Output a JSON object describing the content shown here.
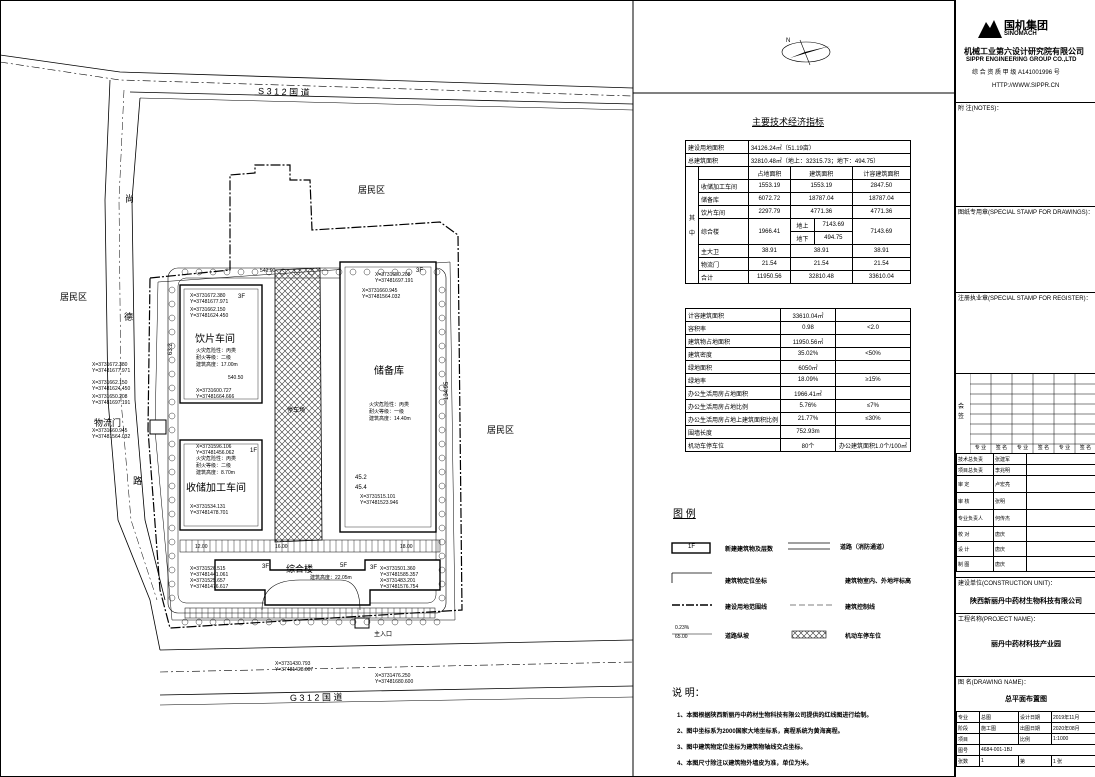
{
  "roads": {
    "north": "S 3 1 2 国 道",
    "south": "G 3 1 2 国 道",
    "west_chars": [
      "尚",
      "德",
      "路"
    ]
  },
  "neighbors": {
    "west": "居民区",
    "north": "居民区",
    "east": "居民区"
  },
  "buildings": {
    "yinpian": {
      "name": "饮片车间",
      "floors": "3F",
      "note1": "火灾危险性：丙类",
      "note2": "耐火等级：二级",
      "note3": "建筑高度：17.00m"
    },
    "storage": {
      "name": "储备库",
      "floors": "3F",
      "note1": "火灾危险性：丙类",
      "note2": "耐火等级：一级",
      "note3": "建筑高度：14.40m"
    },
    "shouchu": {
      "name": "收储加工车间",
      "floors": "1F",
      "note1": "火灾危险性：丙类",
      "note2": "耐火等级：二级",
      "note3": "建筑高度：8.70m"
    },
    "zonghe": {
      "name": "综合楼",
      "floors": "5F",
      "note": "建筑高度：22.05m",
      "left_floor": "3F",
      "right_floor": "3F"
    },
    "logistics_gate": "物流门",
    "entrance": "主入口",
    "parking_label": "停车场"
  },
  "dims": [
    "45.2",
    "45.4",
    "134.95",
    "63.2",
    "540.50",
    "540.00",
    "16.00",
    "12.00",
    "18.00"
  ],
  "coords": [
    "X=3731672.380",
    "Y=37481677.971",
    "X=3731662.150",
    "Y=37481624.450",
    "X=3731650.208",
    "Y=37481697.191",
    "X=3731660.945",
    "Y=37481564.032",
    "X=3731600.727",
    "Y=37481664.666",
    "X=3731596.106",
    "Y=37481456.062",
    "X=3731534.131",
    "Y=37481478.701",
    "X=3731515.101",
    "Y=37481523.946",
    "X=3731526.515",
    "Y=37481441.061",
    "X=3731525.657",
    "Y=37481476.617",
    "X=3731501.360",
    "Y=37481585.357",
    "X=3731483.201",
    "Y=37481576.754",
    "X=3731430.793",
    "Y=37481428.007",
    "X=3731476.250",
    "Y=37481680.600"
  ],
  "north_arrow": "N",
  "indicators": {
    "title": "主要技术经济指标",
    "row_land": {
      "label": "建设用地面积",
      "value": "34126.24㎡（51.19亩）"
    },
    "row_total": {
      "label": "总建筑面积",
      "value": "32810.48㎡（地上：32315.73；地下：494.75）"
    },
    "col_heads": [
      "占地面积",
      "建筑面积",
      "计容建筑面积"
    ],
    "side_label": [
      "其",
      "中"
    ],
    "rows": [
      {
        "name": "收储加工车间",
        "a": "1553.19",
        "b": "1553.19",
        "c": "2847.50"
      },
      {
        "name": "储备库",
        "a": "6072.72",
        "b": "18787.04",
        "c": "18787.04"
      },
      {
        "name": "饮片车间",
        "a": "2297.79",
        "b": "4771.36",
        "c": "4771.36"
      },
      {
        "name": "综合楼",
        "a": "1966.41",
        "b1": "地上",
        "b1v": "7143.69",
        "b2": "地下",
        "b2v": "494.75",
        "c": "7143.69"
      },
      {
        "name": "主大卫",
        "a": "38.91",
        "b": "38.91",
        "c": "38.91"
      },
      {
        "name": "物流门",
        "a": "21.54",
        "b": "21.54",
        "c": "21.54"
      },
      {
        "name": "合计",
        "a": "11950.56",
        "b": "32810.48",
        "c": "33610.04"
      }
    ],
    "rows2": [
      {
        "name": "计容建筑面积",
        "v": "33610.04㎡",
        "req": ""
      },
      {
        "name": "容积率",
        "v": "0.98",
        "req": "<2.0"
      },
      {
        "name": "建筑物占地面积",
        "v": "11950.56㎡",
        "req": ""
      },
      {
        "name": "建筑密度",
        "v": "35.02%",
        "req": "<50%"
      },
      {
        "name": "绿地面积",
        "v": "6050㎡",
        "req": ""
      },
      {
        "name": "绿地率",
        "v": "18.09%",
        "req": "≥15%"
      },
      {
        "name": "办公生活用房占地面积",
        "v": "1966.41㎡",
        "req": ""
      },
      {
        "name": "办公生活用房占地比例",
        "v": "5.76%",
        "req": "≤7%"
      },
      {
        "name": "办公生活用房占地上建筑面积比例",
        "v": "21.77%",
        "req": "≤30%"
      },
      {
        "name": "围墙长度",
        "v": "752.93m",
        "req": ""
      },
      {
        "name": "机动车停车位",
        "v": "80个",
        "req": "办公建筑面积1.0个/100㎡"
      }
    ]
  },
  "legend": {
    "title": "图  例",
    "items": [
      {
        "sym": "1F",
        "label": "新建建筑物及层数"
      },
      {
        "sym": "",
        "label": "道路（消防通道）"
      },
      {
        "sym": "",
        "label": "建筑物定位坐标"
      },
      {
        "sym": "",
        "label": "建筑物室内、外地坪标高"
      },
      {
        "sym": "",
        "label": "建设用地范围线"
      },
      {
        "sym": "",
        "label": "建筑控制线"
      },
      {
        "sym": "0.23%\n65.00",
        "label": "道路纵坡"
      },
      {
        "sym": "",
        "label": "机动车停车位"
      }
    ]
  },
  "notes": {
    "title": "说  明：",
    "items": [
      "1、本图根据陕西新丽丹中药材生物科技有限公司提供的红线图进行绘制。",
      "2、图中坐标系为2000国家大地坐标系，高程系统为黄海高程。",
      "3、图中建筑物定位坐标为建筑物轴线交点坐标。",
      "4、本图尺寸除注以建筑物外墙皮为准，单位为米。"
    ]
  },
  "titleblock": {
    "company_cn": "机械工业第六设计研究院有限公司",
    "company_en": "SIPPR ENGINEERING GROUP CO.,LTD",
    "qualification": "综 合 资 质 甲 级  A141001996 号",
    "brand": "国机集团",
    "brand_en": "SINOMACH",
    "web": "HTTP://WWW.SIPPR.CN",
    "notes_label": "附  注(NOTES)：",
    "stamp1": "图纸专用章(SPECIAL STAMP FOR DRAWINGS)：",
    "stamp2": "注册执业章(SPECIAL STAMP FOR REGISTER)：",
    "sign_label": "会签",
    "sign_heads": [
      "专  业",
      "签 名",
      "专  业",
      "签 名",
      "专  业",
      "签 名"
    ],
    "roles": [
      {
        "role": "技术总负责",
        "name": "张建军"
      },
      {
        "role": "项目总负责",
        "name": "李兆明"
      },
      {
        "role": "审  定",
        "name": "卢宏亮"
      },
      {
        "role": "审  核",
        "name": "张明"
      },
      {
        "role": "专业负责人",
        "name": "何传杰"
      },
      {
        "role": "校  对",
        "name": "唐庆"
      },
      {
        "role": "设  计",
        "name": "唐庆"
      },
      {
        "role": "制  图",
        "name": "唐庆"
      }
    ],
    "client_label": "建设单位(CONSTRUCTION UNIT)：",
    "client": "陕西新丽丹中药材生物科技有限公司",
    "project_label": "工程名称(PROJECT NAME)：",
    "project": "丽丹中药材科技产业园",
    "drawing_label": "图  名(DRAWING NAME)：",
    "drawing": "总平面布置图",
    "bottom": {
      "r1": [
        "专业",
        "总图",
        "设计日期",
        "2019年11月"
      ],
      "r2": [
        "阶段",
        "施工图",
        "出图日期",
        "2020年08月"
      ],
      "r3": [
        "项目",
        "",
        "比例",
        "1:1000"
      ],
      "r4": [
        "图号",
        "4684-001-1BJ"
      ],
      "r5": [
        "张数",
        "1",
        "第",
        "1",
        "张"
      ]
    }
  }
}
